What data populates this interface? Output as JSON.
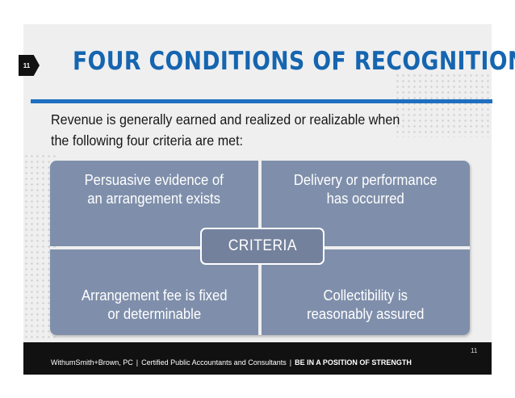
{
  "slide": {
    "page_badge": "11",
    "title": "FOUR CONDITIONS OF RECOGNITION",
    "intro_line1": "Revenue is generally earned and realized or realizable when",
    "intro_line2": "the following four criteria are met:"
  },
  "criteria_matrix": {
    "center_label": "CRITERIA",
    "top_left": [
      "Persuasive evidence of",
      "an arrangement exists"
    ],
    "top_right": [
      "Delivery or performance",
      "has occurred"
    ],
    "bottom_left": [
      "Arrangement fee is fixed",
      "or determinable"
    ],
    "bottom_right": [
      "Collectibility is",
      "reasonably assured"
    ]
  },
  "footer": {
    "company": "WithumSmith+Brown, PC",
    "separator": "|",
    "tagline": "Certified Public Accountants and Consultants",
    "slogan": "BE IN A POSITION OF STRENGTH",
    "page_number": "11"
  },
  "colors": {
    "title_blue": "#1565b0",
    "quad_fill": "#7f8fab",
    "footer_bg": "#111111"
  }
}
